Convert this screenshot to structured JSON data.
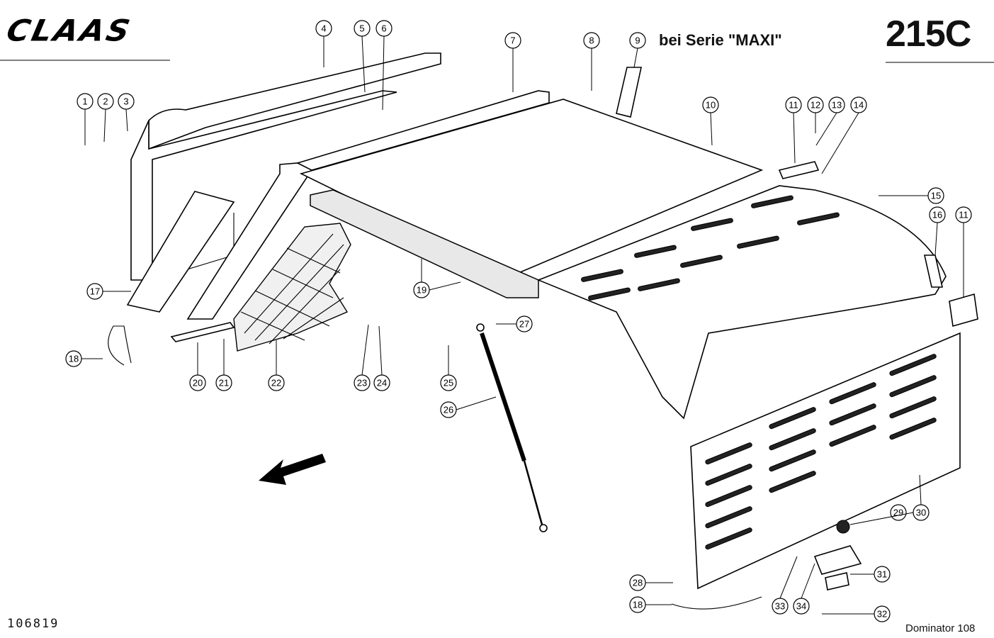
{
  "header": {
    "logo_text": "CLAAS",
    "section_title": "215C",
    "series_note": "bei Serie \"MAXI\""
  },
  "footer": {
    "document_number": "106819",
    "model": "Dominator 108"
  },
  "callouts": [
    "1",
    "2",
    "3",
    "4",
    "5",
    "6",
    "7",
    "8",
    "9",
    "10",
    "11",
    "12",
    "13",
    "14",
    "15",
    "16",
    "11",
    "17",
    "18",
    "19",
    "20",
    "21",
    "22",
    "23",
    "24",
    "25",
    "26",
    "27",
    "28",
    "18",
    "29",
    "30",
    "31",
    "32",
    "33",
    "34"
  ],
  "colors": {
    "ink": "#000000",
    "paper": "#ffffff"
  }
}
